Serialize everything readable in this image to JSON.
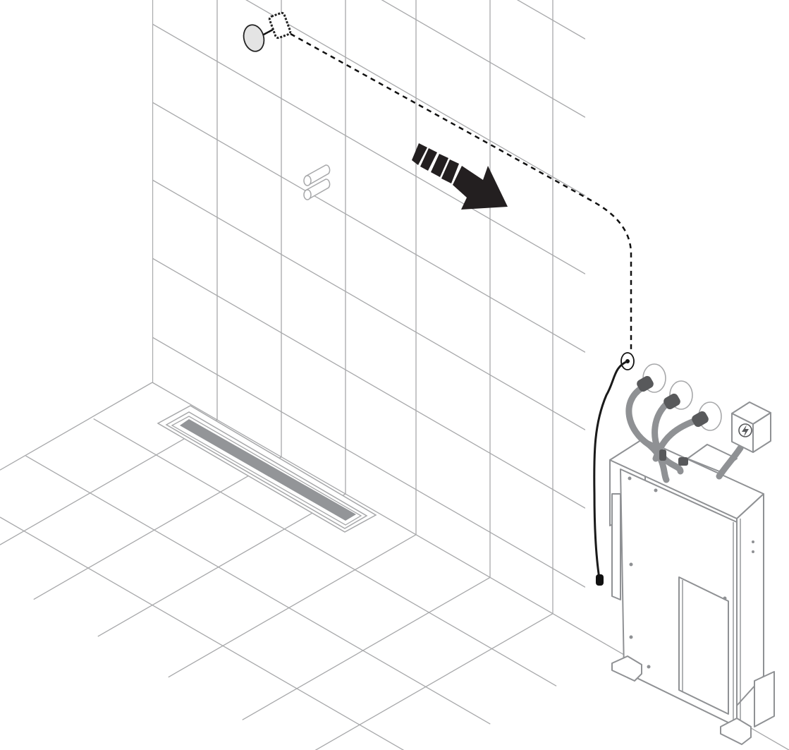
{
  "illustration": {
    "scene": "shower-installation",
    "elements": [
      {
        "name": "shower-control-knob",
        "icon": "round-knob-icon"
      },
      {
        "name": "wall-pipe-outlets",
        "icon": "pipe-icon"
      },
      {
        "name": "direction-arrow",
        "icon": "striped-arrow-right-down-icon"
      },
      {
        "name": "cable-route",
        "icon": "dashed-line-icon"
      },
      {
        "name": "linear-floor-drain",
        "icon": "drain-icon"
      },
      {
        "name": "steam-generator-unit",
        "icon": "machine-frame-icon"
      },
      {
        "name": "electrical-junction-box",
        "icon": "lightning-bolt-icon"
      }
    ]
  },
  "colors": {
    "grid": "#a7a8aa",
    "equipment": "#8f9194",
    "arrow": "#231f20",
    "cable": "#1a1a1a",
    "drain_fill": "#939598"
  }
}
